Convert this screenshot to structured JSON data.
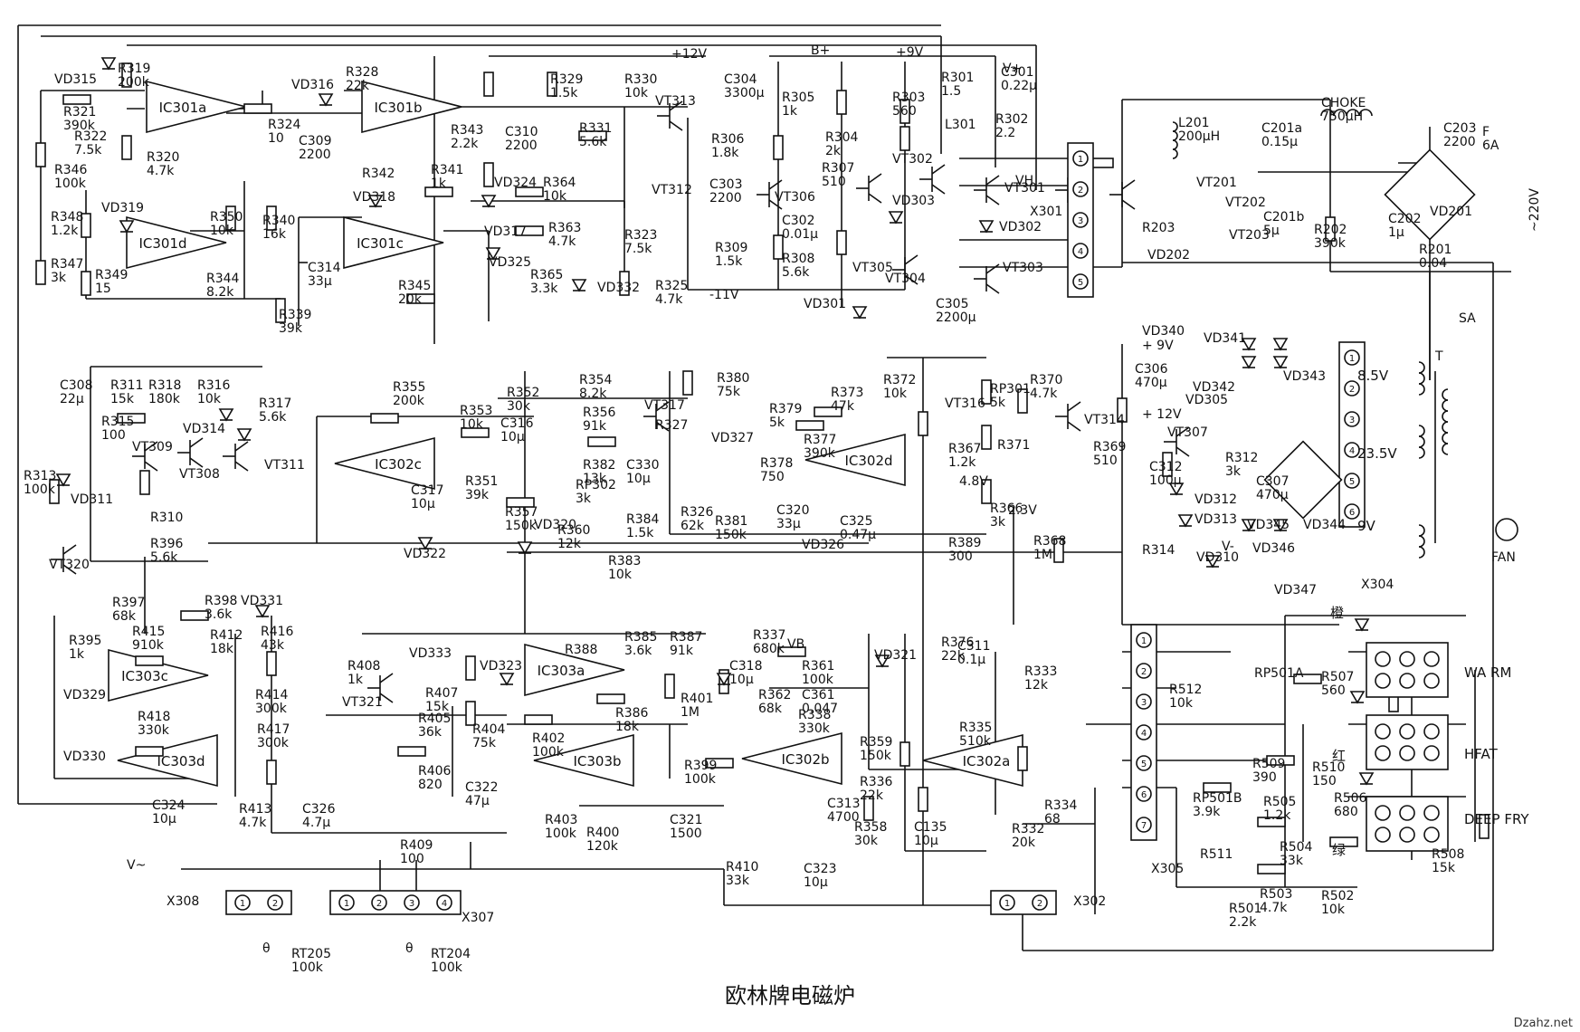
{
  "title": "欧林牌电磁炉",
  "watermark": "Dzahz.net",
  "components": [
    {
      "id": "VD315",
      "value": ""
    },
    {
      "id": "R319",
      "value": "200k"
    },
    {
      "id": "R321",
      "value": "390k"
    },
    {
      "id": "R322",
      "value": "7.5k"
    },
    {
      "id": "R320",
      "value": "4.7k"
    },
    {
      "id": "R346",
      "value": "100k"
    },
    {
      "id": "VD316",
      "value": ""
    },
    {
      "id": "R328",
      "value": "22k"
    },
    {
      "id": "R324",
      "value": "10"
    },
    {
      "id": "C309",
      "value": "2200"
    },
    {
      "id": "R343",
      "value": "2.2k"
    },
    {
      "id": "R329",
      "value": "1.5k"
    },
    {
      "id": "R330",
      "value": "10k"
    },
    {
      "id": "C310",
      "value": "2200"
    },
    {
      "id": "R331",
      "value": "5.6k"
    },
    {
      "id": "VT313",
      "value": ""
    },
    {
      "id": "C304",
      "value": "3300μ"
    },
    {
      "id": "R305",
      "value": "1k"
    },
    {
      "id": "R306",
      "value": "1.8k"
    },
    {
      "id": "C303",
      "value": "2200"
    },
    {
      "id": "VT306",
      "value": ""
    },
    {
      "id": "C302",
      "value": "0.01μ"
    },
    {
      "id": "R309",
      "value": "1.5k"
    },
    {
      "id": "R307",
      "value": "510"
    },
    {
      "id": "R308",
      "value": "5.6k"
    },
    {
      "id": "R304",
      "value": "2k"
    },
    {
      "id": "VT305",
      "value": ""
    },
    {
      "id": "VD301",
      "value": ""
    },
    {
      "id": "R303",
      "value": "560"
    },
    {
      "id": "VT302",
      "value": ""
    },
    {
      "id": "VD303",
      "value": ""
    },
    {
      "id": "VT304",
      "value": ""
    },
    {
      "id": "C305",
      "value": "2200μ"
    },
    {
      "id": "R301",
      "value": "1.5"
    },
    {
      "id": "L301",
      "value": ""
    },
    {
      "id": "R302",
      "value": "2.2"
    },
    {
      "id": "C301",
      "value": "0.22μ"
    },
    {
      "id": "VT301",
      "value": ""
    },
    {
      "id": "VD302",
      "value": ""
    },
    {
      "id": "VT303",
      "value": ""
    },
    {
      "id": "X301",
      "value": ""
    },
    {
      "id": "L201",
      "value": "200μH"
    },
    {
      "id": "C201a",
      "value": "0.15μ"
    },
    {
      "id": "CHOKE",
      "value": "750μH"
    },
    {
      "id": "C203",
      "value": "2200"
    },
    {
      "id": "F",
      "value": "6A"
    },
    {
      "id": "VT201",
      "value": ""
    },
    {
      "id": "VT202",
      "value": ""
    },
    {
      "id": "VT203",
      "value": ""
    },
    {
      "id": "R203",
      "value": ""
    },
    {
      "id": "VD202",
      "value": ""
    },
    {
      "id": "C201b",
      "value": "5μ"
    },
    {
      "id": "R202",
      "value": "390k"
    },
    {
      "id": "C202",
      "value": "1μ"
    },
    {
      "id": "VD201",
      "value": ""
    },
    {
      "id": "R201",
      "value": "0.04"
    },
    {
      "id": "R348",
      "value": "1.2k"
    },
    {
      "id": "VD319",
      "value": ""
    },
    {
      "id": "R347",
      "value": "3k"
    },
    {
      "id": "R349",
      "value": "15"
    },
    {
      "id": "R350",
      "value": "10k"
    },
    {
      "id": "R340",
      "value": "16k"
    },
    {
      "id": "R342",
      "value": ""
    },
    {
      "id": "VD318",
      "value": ""
    },
    {
      "id": "R341",
      "value": "1k"
    },
    {
      "id": "C314",
      "value": "33μ"
    },
    {
      "id": "R344",
      "value": "8.2k"
    },
    {
      "id": "R339",
      "value": "39k"
    },
    {
      "id": "R345",
      "value": "20k"
    },
    {
      "id": "VD324",
      "value": ""
    },
    {
      "id": "R364",
      "value": "10k"
    },
    {
      "id": "R363",
      "value": "4.7k"
    },
    {
      "id": "VD317",
      "value": ""
    },
    {
      "id": "VD325",
      "value": ""
    },
    {
      "id": "R365",
      "value": "3.3k"
    },
    {
      "id": "VD332",
      "value": ""
    },
    {
      "id": "VT312",
      "value": ""
    },
    {
      "id": "R323",
      "value": "7.5k"
    },
    {
      "id": "R325",
      "value": "4.7k"
    },
    {
      "id": "C308",
      "value": "22μ"
    },
    {
      "id": "R311",
      "value": "15k"
    },
    {
      "id": "R318",
      "value": "180k"
    },
    {
      "id": "R315",
      "value": "100"
    },
    {
      "id": "R316",
      "value": "10k"
    },
    {
      "id": "R317",
      "value": "5.6k"
    },
    {
      "id": "VT309",
      "value": ""
    },
    {
      "id": "VT308",
      "value": ""
    },
    {
      "id": "VT311",
      "value": ""
    },
    {
      "id": "VD314",
      "value": ""
    },
    {
      "id": "VD311",
      "value": ""
    },
    {
      "id": "R313",
      "value": "100k"
    },
    {
      "id": "R310",
      "value": ""
    },
    {
      "id": "VT320",
      "value": ""
    },
    {
      "id": "R396",
      "value": "5.6k"
    },
    {
      "id": "R397",
      "value": "68k"
    },
    {
      "id": "R398",
      "value": "3.6k"
    },
    {
      "id": "VD331",
      "value": ""
    },
    {
      "id": "R355",
      "value": "200k"
    },
    {
      "id": "R353",
      "value": "10k"
    },
    {
      "id": "C316",
      "value": "10μ"
    },
    {
      "id": "C317",
      "value": "10μ"
    },
    {
      "id": "R351",
      "value": "39k"
    },
    {
      "id": "VD322",
      "value": ""
    },
    {
      "id": "R352",
      "value": "30k"
    },
    {
      "id": "R357",
      "value": "150k"
    },
    {
      "id": "VD320",
      "value": ""
    },
    {
      "id": "R354",
      "value": "8.2k"
    },
    {
      "id": "R356",
      "value": "91k"
    },
    {
      "id": "VT317",
      "value": ""
    },
    {
      "id": "R327",
      "value": ""
    },
    {
      "id": "R382",
      "value": "13k"
    },
    {
      "id": "C330",
      "value": "10μ"
    },
    {
      "id": "RP302",
      "value": "3k"
    },
    {
      "id": "R384",
      "value": "1.5k"
    },
    {
      "id": "R326",
      "value": "62k"
    },
    {
      "id": "R360",
      "value": "12k"
    },
    {
      "id": "R383",
      "value": "10k"
    },
    {
      "id": "R380",
      "value": "75k"
    },
    {
      "id": "R379",
      "value": "5k"
    },
    {
      "id": "R373",
      "value": "47k"
    },
    {
      "id": "R372",
      "value": "10k"
    },
    {
      "id": "VT316",
      "value": ""
    },
    {
      "id": "R377",
      "value": "390k"
    },
    {
      "id": "VD327",
      "value": ""
    },
    {
      "id": "R378",
      "value": "750"
    },
    {
      "id": "R381",
      "value": "150k"
    },
    {
      "id": "C320",
      "value": "33μ"
    },
    {
      "id": "C325",
      "value": "0.47μ"
    },
    {
      "id": "VD326",
      "value": ""
    },
    {
      "id": "RP301",
      "value": "5k"
    },
    {
      "id": "R370",
      "value": "4.7k"
    },
    {
      "id": "VT314",
      "value": ""
    },
    {
      "id": "R367",
      "value": "1.2k"
    },
    {
      "id": "R371",
      "value": ""
    },
    {
      "id": "R369",
      "value": "510"
    },
    {
      "id": "R366",
      "value": "3k"
    },
    {
      "id": "R389",
      "value": "300"
    },
    {
      "id": "R368",
      "value": "1M"
    },
    {
      "id": "VD340",
      "value": ""
    },
    {
      "id": "C306",
      "value": "470μ"
    },
    {
      "id": "VD341",
      "value": ""
    },
    {
      "id": "VD342",
      "value": ""
    },
    {
      "id": "VD343",
      "value": ""
    },
    {
      "id": "VD305",
      "value": ""
    },
    {
      "id": "VT307",
      "value": ""
    },
    {
      "id": "C312",
      "value": "100μ"
    },
    {
      "id": "R312",
      "value": "3k"
    },
    {
      "id": "C307",
      "value": "470μ"
    },
    {
      "id": "VD312",
      "value": ""
    },
    {
      "id": "VD313",
      "value": ""
    },
    {
      "id": "R314",
      "value": ""
    },
    {
      "id": "VD310",
      "value": ""
    },
    {
      "id": "VD345",
      "value": ""
    },
    {
      "id": "VD344",
      "value": ""
    },
    {
      "id": "VD346",
      "value": ""
    },
    {
      "id": "VD347",
      "value": ""
    },
    {
      "id": "X304",
      "value": ""
    },
    {
      "id": "T",
      "value": ""
    },
    {
      "id": "SA",
      "value": ""
    },
    {
      "id": "FAN",
      "value": ""
    },
    {
      "id": "R395",
      "value": "1k"
    },
    {
      "id": "R415",
      "value": "910k"
    },
    {
      "id": "R412",
      "value": "18k"
    },
    {
      "id": "R416",
      "value": "43k"
    },
    {
      "id": "VD329",
      "value": ""
    },
    {
      "id": "R414",
      "value": "300k"
    },
    {
      "id": "R418",
      "value": "330k"
    },
    {
      "id": "R417",
      "value": "300k"
    },
    {
      "id": "VD330",
      "value": ""
    },
    {
      "id": "R413",
      "value": "4.7k"
    },
    {
      "id": "C324",
      "value": "10μ"
    },
    {
      "id": "C326",
      "value": "4.7μ"
    },
    {
      "id": "R408",
      "value": "1k"
    },
    {
      "id": "VD333",
      "value": ""
    },
    {
      "id": "VT321",
      "value": ""
    },
    {
      "id": "R407",
      "value": "15k"
    },
    {
      "id": "R405",
      "value": "36k"
    },
    {
      "id": "R406",
      "value": "820"
    },
    {
      "id": "C322",
      "value": "47μ"
    },
    {
      "id": "R404",
      "value": "75k"
    },
    {
      "id": "R409",
      "value": "100"
    },
    {
      "id": "VD323",
      "value": ""
    },
    {
      "id": "R388",
      "value": ""
    },
    {
      "id": "R385",
      "value": "3.6k"
    },
    {
      "id": "R386",
      "value": "18k"
    },
    {
      "id": "R402",
      "value": "100k"
    },
    {
      "id": "R403",
      "value": "100k"
    },
    {
      "id": "R400",
      "value": "120k"
    },
    {
      "id": "C321",
      "value": "1500"
    },
    {
      "id": "R387",
      "value": "91k"
    },
    {
      "id": "C318",
      "value": "10μ"
    },
    {
      "id": "R401",
      "value": "1M"
    },
    {
      "id": "R399",
      "value": "100k"
    },
    {
      "id": "R337",
      "value": "680k"
    },
    {
      "id": "R361",
      "value": "100k"
    },
    {
      "id": "R362",
      "value": "68k"
    },
    {
      "id": "C361",
      "value": "0.047"
    },
    {
      "id": "R338",
      "value": "330k"
    },
    {
      "id": "C313",
      "value": "4700"
    },
    {
      "id": "R336",
      "value": "22k"
    },
    {
      "id": "R359",
      "value": "150k"
    },
    {
      "id": "VD321",
      "value": ""
    },
    {
      "id": "R376",
      "value": "22k"
    },
    {
      "id": "C311",
      "value": "0.1μ"
    },
    {
      "id": "R335",
      "value": "510k"
    },
    {
      "id": "R333",
      "value": "12k"
    },
    {
      "id": "R334",
      "value": "68"
    },
    {
      "id": "R358",
      "value": "30k"
    },
    {
      "id": "C135",
      "value": "10μ"
    },
    {
      "id": "R332",
      "value": "20k"
    },
    {
      "id": "R410",
      "value": "33k"
    },
    {
      "id": "C323",
      "value": "10μ"
    },
    {
      "id": "RT205",
      "value": "100k"
    },
    {
      "id": "RT204",
      "value": "100k"
    },
    {
      "id": "X308",
      "value": ""
    },
    {
      "id": "X307",
      "value": ""
    },
    {
      "id": "X302",
      "value": ""
    },
    {
      "id": "X305",
      "value": ""
    },
    {
      "id": "R512",
      "value": "10k"
    },
    {
      "id": "RP501A",
      "value": ""
    },
    {
      "id": "R507",
      "value": "560"
    },
    {
      "id": "R509",
      "value": "390"
    },
    {
      "id": "R510",
      "value": "150"
    },
    {
      "id": "R506",
      "value": "680"
    },
    {
      "id": "RP501B",
      "value": "3.9k"
    },
    {
      "id": "R505",
      "value": "1.2k"
    },
    {
      "id": "R511",
      "value": ""
    },
    {
      "id": "R504",
      "value": "33k"
    },
    {
      "id": "R503",
      "value": "4.7k"
    },
    {
      "id": "R502",
      "value": "10k"
    },
    {
      "id": "R501",
      "value": "2.2k"
    },
    {
      "id": "R508",
      "value": "15k"
    }
  ],
  "ics": [
    "IC301a",
    "IC301b",
    "IC301c",
    "IC301d",
    "IC302a",
    "IC302b",
    "IC302c",
    "IC302d",
    "IC303a",
    "IC303b",
    "IC303c",
    "IC303d"
  ],
  "rails": [
    "+12V",
    "B+",
    "+9V",
    "V+",
    "-11V",
    "VH",
    "V-",
    "VB",
    "V~",
    "+ 9V",
    "+ 12V"
  ],
  "transformer_outputs": [
    "8.5V",
    "23.5V",
    "9V"
  ],
  "node_voltages": [
    "4.8V",
    "2.3V"
  ],
  "mains": "~220V",
  "function_labels": [
    {
      "color": "橙",
      "mode": "WA RM"
    },
    {
      "color": "红",
      "mode": "HFAT"
    },
    {
      "color": "绿",
      "mode": "DEEP FRY"
    }
  ],
  "sensor_symbol": "θ"
}
